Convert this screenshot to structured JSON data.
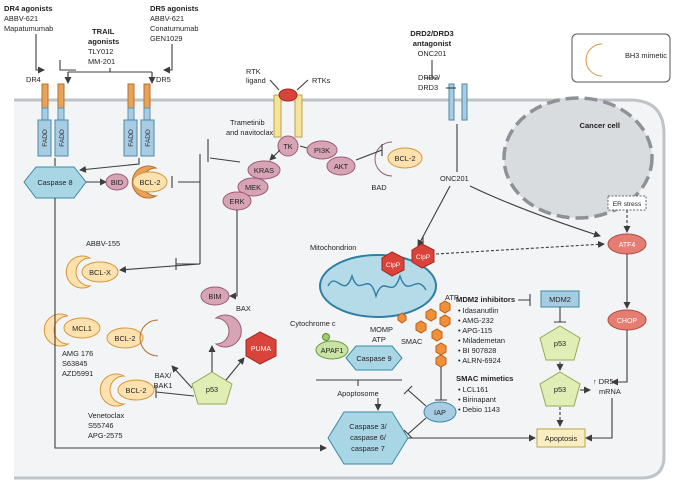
{
  "legend": {
    "label": "BH3 mimetic"
  },
  "headers": {
    "dr4_agonists": {
      "title": "DR4 agonists",
      "items": [
        "ABBV-621",
        "Mapatumumab"
      ]
    },
    "trail_agonists": {
      "title_1": "TRAIL",
      "title_2": "agonists",
      "items": [
        "TLY012",
        "MM-201"
      ]
    },
    "dr5_agonists": {
      "title": "DR5 agonists",
      "items": [
        "ABBV-621",
        "Conatumumab",
        "GEN1029"
      ]
    },
    "drd_antagonist": {
      "title_1": "DRD2/DRD3",
      "title_2": "antagonist",
      "items": [
        "ONC201"
      ]
    }
  },
  "receptors": {
    "dr4": "DR4",
    "dr5": "DR5",
    "fadd": "FADD",
    "rtk_ligand_1": "RTK",
    "rtk_ligand_2": "ligand",
    "rtks": "RTKs",
    "tk": "TK",
    "drd_1": "DRD2/",
    "drd_2": "DRD3"
  },
  "nodes": {
    "caspase8": "Caspase 8",
    "bid": "BID",
    "bcl2": "BCL-2",
    "bclx": "BCL-X",
    "kras": "KRAS",
    "mek": "MEK",
    "erk": "ERK",
    "pi3k": "PI3K",
    "akt": "AKT",
    "bad": "BAD",
    "bim": "BIM",
    "mcl1": "MCL1",
    "bax": "BAX",
    "bax_bak1_1": "BAX/",
    "bax_bak1_2": "BAK1",
    "puma": "PUMA",
    "p53": "p53",
    "apaf1": "APAF1",
    "caspase9": "Caspase 9",
    "iap": "IAP",
    "smac": "SMAC",
    "atp": "ATP",
    "clpp": "ClpP",
    "mdm2": "MDM2",
    "atf4": "ATF4",
    "chop": "CHOP",
    "apoptosis": "Apoptosis",
    "er_stress": "ER stress",
    "dr5_mrna_1": "↑ DR5",
    "dr5_mrna_2": "mRNA",
    "caspase37_1": "Caspase 3/",
    "caspase37_2": "caspase 6/",
    "caspase37_3": "caspase 7"
  },
  "labels": {
    "cancer_cell": "Cancer cell",
    "trametinib_1": "Trametinib",
    "trametinib_2": "and navitoclax",
    "abbv155": "ABBV-155",
    "onc201": "ONC201",
    "mitochondrion": "Mitochondrion",
    "cytochrome_c": "Cytochrome c",
    "momp": "MOMP",
    "atp_small": "ATP",
    "apoptosome": "Apoptosome"
  },
  "drug_lists": {
    "mcl1_inhibitors": [
      "AMG 176",
      "S63845",
      "AZD5991"
    ],
    "bcl2_inhibitors": [
      "Venetoclax",
      "S55746",
      "APG-2575"
    ],
    "mdm2_inhibitors": {
      "title": "MDM2 inhibitors",
      "items": [
        "• Idasanutlin",
        "• AMG-232",
        "• APG-115",
        "• Milademetan",
        "• BI 907828",
        "• ALRN-6924"
      ]
    },
    "smac_mimetics": {
      "title": "SMAC mimetics",
      "items": [
        "• LCL161",
        "• Birinapant",
        "• Debio 1143"
      ]
    }
  },
  "colors": {
    "caspase": "#a9d6e5",
    "caspase_stroke": "#3a8aa8",
    "bcl_family": "#fde2b0",
    "bcl_stroke": "#d8963c",
    "kinase": "#d7a4b6",
    "kinase_stroke": "#9c5b73",
    "red_node": "#e47d72",
    "red_stroke": "#b24b43",
    "p53": "#e0edb4",
    "p53_stroke": "#97aa55",
    "receptor_orange": "#e9a25a",
    "receptor_blue": "#a8cde3",
    "mitochondrion": "#b5dbe9",
    "clpp": "#d9433a",
    "smac": "#f0913a"
  }
}
